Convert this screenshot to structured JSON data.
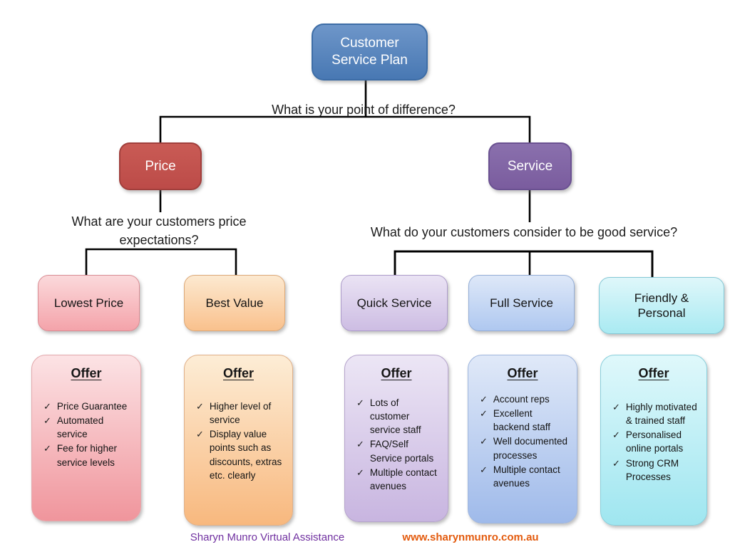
{
  "icons": {
    "check": "✓"
  },
  "colors": {
    "root_blue": "#4F81BD",
    "price_red": "#C0504D",
    "service_purple": "#8064A2",
    "pink": "#F4A3AA",
    "orange": "#F9C18D",
    "light_purple": "#CDBDE3",
    "light_blue": "#AFC8F0",
    "cyan": "#A9EAF2",
    "footer_brand": "#7030A0",
    "footer_url": "#E35B0E",
    "connector": "#000000"
  },
  "root": {
    "label": "Customer Service Plan"
  },
  "question_main": "What is your point of difference?",
  "branches": {
    "price": {
      "label": "Price",
      "question": "What are your customers price expectations?",
      "options": [
        {
          "label": "Lowest Price",
          "offer_title": "Offer",
          "items": [
            "Price Guarantee",
            "Automated service",
            "Fee for higher service levels"
          ]
        },
        {
          "label": "Best Value",
          "offer_title": "Offer",
          "items": [
            "Higher level of service",
            "Display value points such as discounts, extras etc. clearly"
          ]
        }
      ]
    },
    "service": {
      "label": "Service",
      "question": "What do your customers consider to be good service?",
      "options": [
        {
          "label": "Quick Service",
          "offer_title": "Offer",
          "items": [
            "Lots of customer service staff",
            "FAQ/Self Service portals",
            "Multiple contact avenues"
          ]
        },
        {
          "label": "Full Service",
          "offer_title": "Offer",
          "items": [
            "Account reps",
            "Excellent backend staff",
            "Well documented processes",
            "Multiple contact avenues"
          ]
        },
        {
          "label": "Friendly & Personal",
          "offer_title": "Offer",
          "items": [
            "Highly motivated & trained staff",
            "Personalised online portals",
            "Strong CRM Processes"
          ]
        }
      ]
    }
  },
  "footer": {
    "brand": "Sharyn Munro Virtual Assistance",
    "url": "www.sharynmunro.com.au"
  }
}
